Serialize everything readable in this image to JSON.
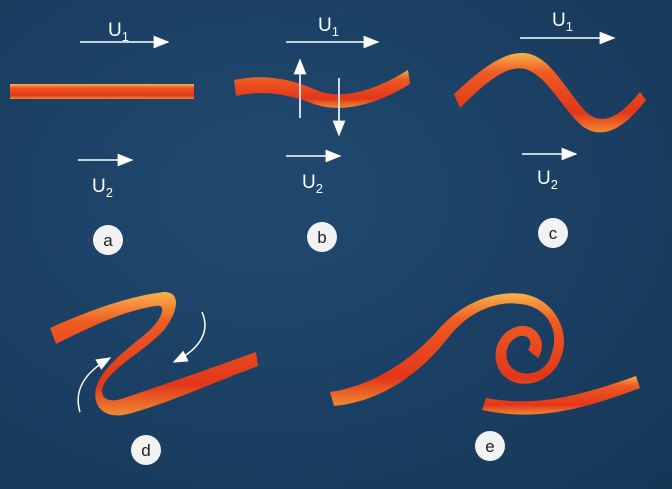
{
  "labels": {
    "u1": {
      "main": "U",
      "sub": "1"
    },
    "u2": {
      "main": "U",
      "sub": "2"
    }
  },
  "panels": [
    {
      "id": "a",
      "letter": "a"
    },
    {
      "id": "b",
      "letter": "b"
    },
    {
      "id": "c",
      "letter": "c"
    },
    {
      "id": "d",
      "letter": "d"
    },
    {
      "id": "e",
      "letter": "e"
    }
  ],
  "colors": {
    "background": "#1b3f63",
    "ribbon": "#e8401c",
    "ribbon_edge": "#f4a33a",
    "arrow": "#ffffff",
    "circle": "#f2f2f2"
  }
}
